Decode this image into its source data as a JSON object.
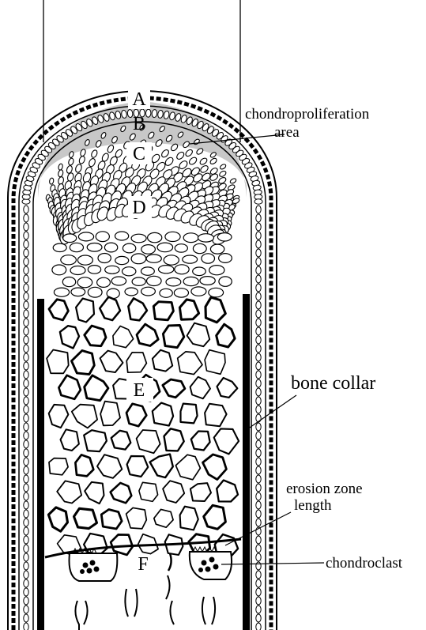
{
  "diagram": {
    "zones": {
      "a": "A",
      "b": "B",
      "c": "C",
      "d": "D",
      "e": "E",
      "f": "F"
    },
    "annotations": {
      "chondroproliferation_line1": "chondroproliferation",
      "chondroproliferation_line2": "area",
      "bone_collar": "bone collar",
      "erosion_line1": "erosion zone",
      "erosion_line2": "length",
      "chondroclast": "chondroclast"
    },
    "colors": {
      "ink": "#000000",
      "proliferation_band": "#c8c8c8",
      "background": "#ffffff"
    }
  }
}
